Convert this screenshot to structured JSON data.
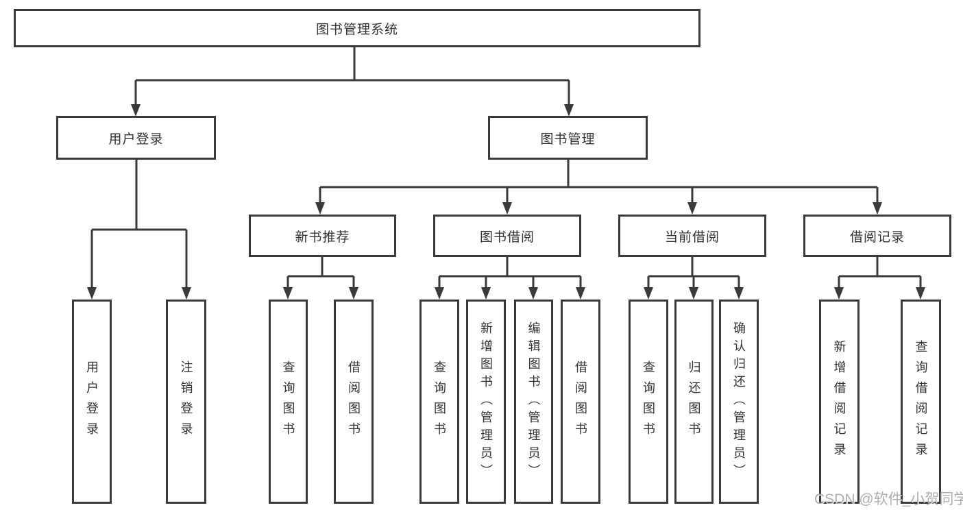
{
  "diagram": {
    "root": {
      "label": "图书管理系统"
    },
    "branches": [
      {
        "label": "用户登录",
        "children": [
          "用户登录",
          "注销登录"
        ]
      },
      {
        "label": "图书管理",
        "children": [
          {
            "label": "新书推荐",
            "children": [
              "查询图书",
              "借阅图书"
            ]
          },
          {
            "label": "图书借阅",
            "children": [
              "查询图书",
              "新增图书（管理员）",
              "编辑图书（管理员）",
              "借阅图书"
            ]
          },
          {
            "label": "当前借阅",
            "children": [
              "查询图书",
              "归还图书",
              "确认归还（管理员）"
            ]
          },
          {
            "label": "借阅记录",
            "children": [
              "新增借阅记录",
              "查询借阅记录"
            ]
          }
        ]
      }
    ]
  },
  "watermark": {
    "text": "CSDN @软件_小贺同学"
  },
  "colors": {
    "line": "#3a3a3a",
    "box_fill": "#ffffff",
    "text": "#333333",
    "watermark": "#a8a8a8"
  }
}
